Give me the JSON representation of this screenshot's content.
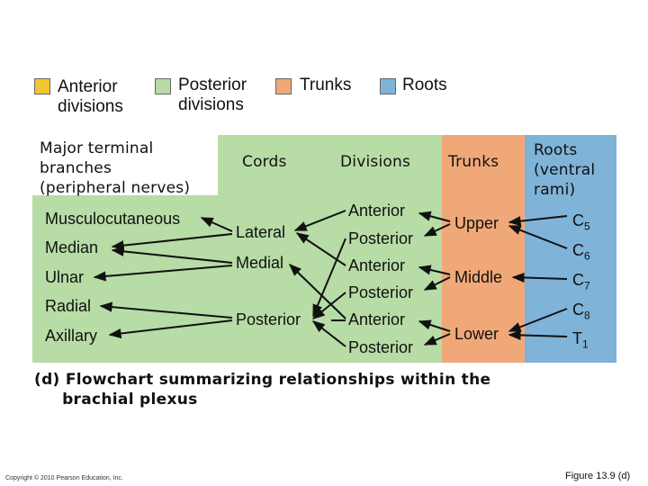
{
  "legend": {
    "anterior": "Anterior\ndivisions",
    "posterior": "Posterior\ndivisions",
    "trunks": "Trunks",
    "roots": "Roots"
  },
  "colors": {
    "anterior": "#f4c52e",
    "posterior": "#b7dca6",
    "trunks": "#f0a878",
    "roots": "#7fb3d8"
  },
  "headers": {
    "terminal": "Major terminal\nbranches\n(peripheral nerves)",
    "cords": "Cords",
    "divisions": "Divisions",
    "trunks": "Trunks",
    "roots": "Roots\n(ventral\nrami)"
  },
  "terminal_branches": [
    "Musculocutaneous",
    "Median",
    "Ulnar",
    "Radial",
    "Axillary"
  ],
  "cords": [
    "Lateral",
    "Medial",
    "Posterior"
  ],
  "divisions": [
    "Anterior",
    "Posterior",
    "Anterior",
    "Posterior",
    "Anterior",
    "Posterior"
  ],
  "trunks": [
    "Upper",
    "Middle",
    "Lower"
  ],
  "roots": [
    {
      "letter": "C",
      "sub": "5"
    },
    {
      "letter": "C",
      "sub": "6"
    },
    {
      "letter": "C",
      "sub": "7"
    },
    {
      "letter": "C",
      "sub": "8"
    },
    {
      "letter": "T",
      "sub": "1"
    }
  ],
  "caption": "(d) Flowchart summarizing relationships within the\n     brachial plexus",
  "copyright": "Copyright © 2010 Pearson Education, Inc.",
  "figure": "Figure 13.9 (d)"
}
